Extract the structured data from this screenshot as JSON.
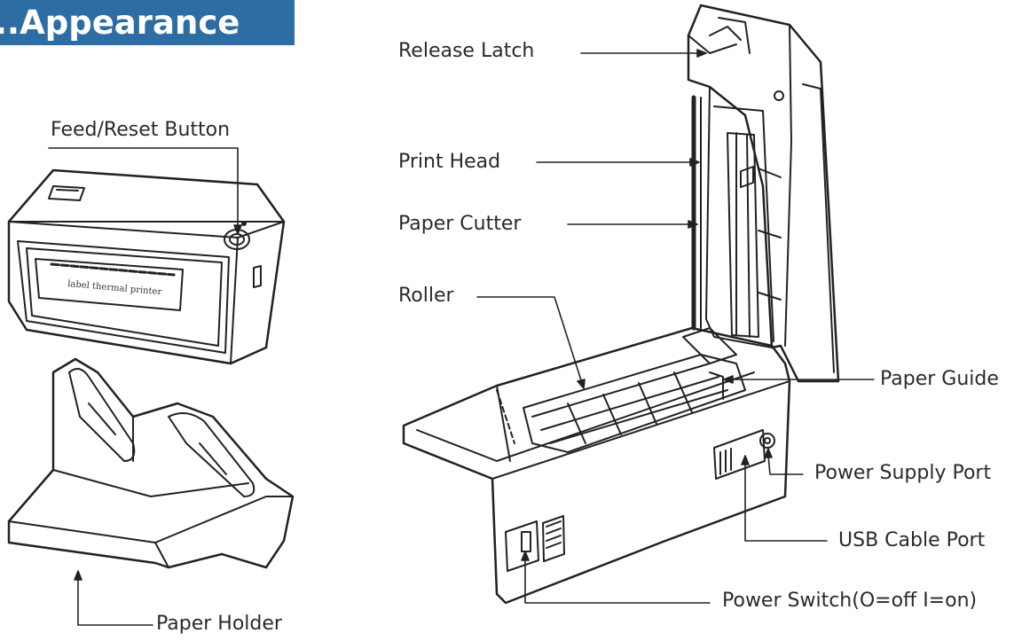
{
  "title": "..Appearance",
  "labels": {
    "feed_reset_button": "Feed/Reset Button",
    "paper_holder": "Paper Holder",
    "release_latch": "Release Latch",
    "print_head": "Print Head",
    "paper_cutter": "Paper Cutter",
    "roller": "Roller",
    "paper_guide": "Paper Guide",
    "power_supply_port": "Power Supply Port",
    "usb_cable_port": "USB Cable Port",
    "power_switch": "Power Switch(O=off I=on)"
  },
  "printer_face_text": "label thermal printer"
}
